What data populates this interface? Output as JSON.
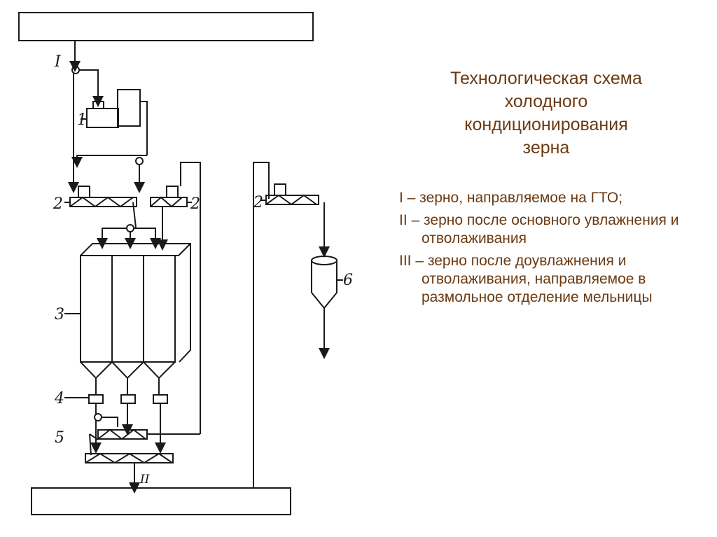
{
  "title": {
    "line1": "Технологическая схема",
    "line2": "холодного",
    "line3": "кондиционирования",
    "line4": "зерна"
  },
  "legend": [
    "I – зерно, направляемое на ГТО;",
    "II – зерно после основного увлажнения и отволаживания",
    "III – зерно после доувлажнения и отволаживания, направляемое в размольное отделение мельницы"
  ],
  "diagram": {
    "labels": {
      "I": "I",
      "one": "1",
      "two_left": "2",
      "two_mid": "2",
      "two_right": "2",
      "three": "3",
      "four": "4",
      "five": "5",
      "six": "6",
      "II": "II"
    }
  },
  "colors": {
    "text_accent": "#6b3a12",
    "line": "#1a1a1a"
  }
}
